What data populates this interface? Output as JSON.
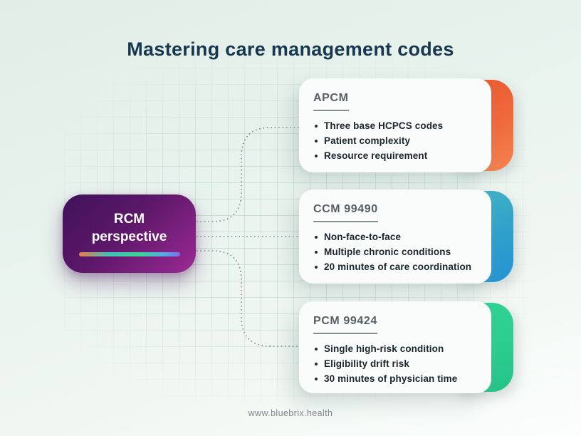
{
  "title": "Mastering care management codes",
  "root_node": {
    "line1": "RCM",
    "line2": "perspective",
    "gradient_start": "#40125A",
    "gradient_end": "#9C2C96",
    "underline_gradient": [
      "#EA7C4B",
      "#41C1B8",
      "#3CD492",
      "#7F6BEA"
    ]
  },
  "cards": [
    {
      "header": "APCM",
      "accent_color": "#EF6138",
      "bullets": [
        "Three base HCPCS codes",
        "Patient complexity",
        "Resource requirement"
      ]
    },
    {
      "header": "CCM 99490",
      "accent_color": "#2FA3CE",
      "bullets": [
        "Non-face-to-face",
        "Multiple chronic conditions",
        "20 minutes of care coordination"
      ]
    },
    {
      "header": "PCM 99424",
      "accent_color": "#2CCD8F",
      "bullets": [
        "Single high-risk condition",
        "Eligibility drift risk",
        "30 minutes of physician time"
      ]
    }
  ],
  "footer": {
    "url": "www.bluebrix.health"
  },
  "colors": {
    "title_text": "#17364F",
    "background": "#E9F3EE",
    "card_background": "#FAFCFC",
    "card_header_text": "#575F64",
    "bullet_text": "#1B252C",
    "connector": "#7D868B"
  }
}
